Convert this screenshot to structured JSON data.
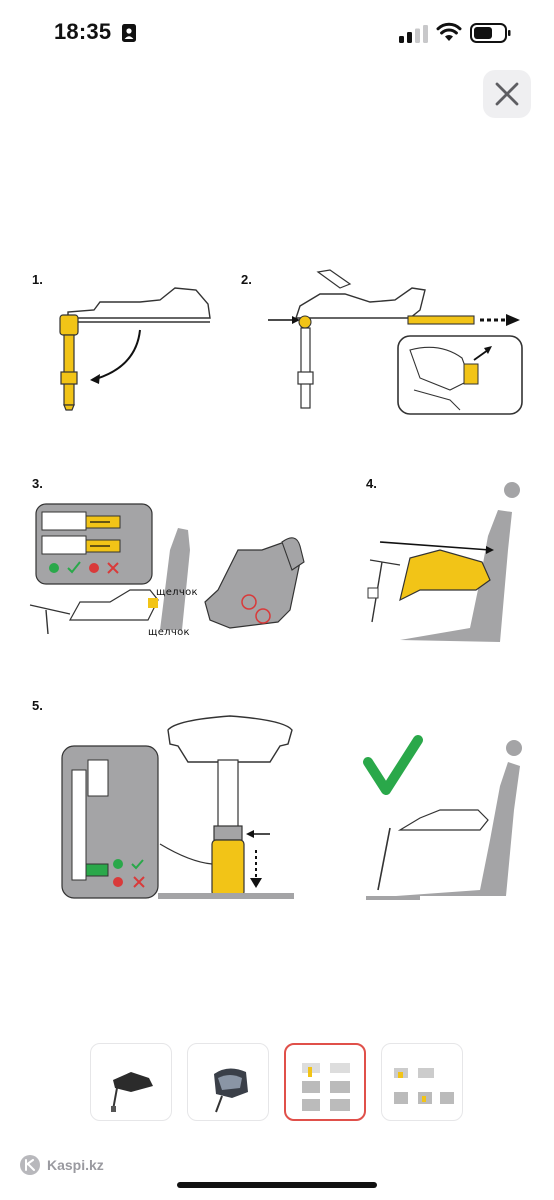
{
  "status_bar": {
    "time": "18:35"
  },
  "close": {
    "icon": "close-icon"
  },
  "manual": {
    "steps": [
      {
        "label": "1."
      },
      {
        "label": "2."
      },
      {
        "label": "3."
      },
      {
        "label": "4."
      },
      {
        "label": "5."
      }
    ],
    "click_text_top": "щелчок",
    "click_text_bottom": "щелчок",
    "legend_ok": "=",
    "legend_bad": "=",
    "colors": {
      "accent_yellow": "#f2c417",
      "gray": "#a4a4a6",
      "green": "#2aa84a",
      "red": "#d93a3a"
    }
  },
  "thumbnails": {
    "selected_index": 2,
    "items": [
      {
        "icon": "isofix-base-thumbnail"
      },
      {
        "icon": "car-seat-thumbnail"
      },
      {
        "icon": "manual-page-thumbnail"
      },
      {
        "icon": "manual-page-2-thumbnail"
      }
    ]
  },
  "footer": {
    "brand": "Kaspi.kz"
  }
}
